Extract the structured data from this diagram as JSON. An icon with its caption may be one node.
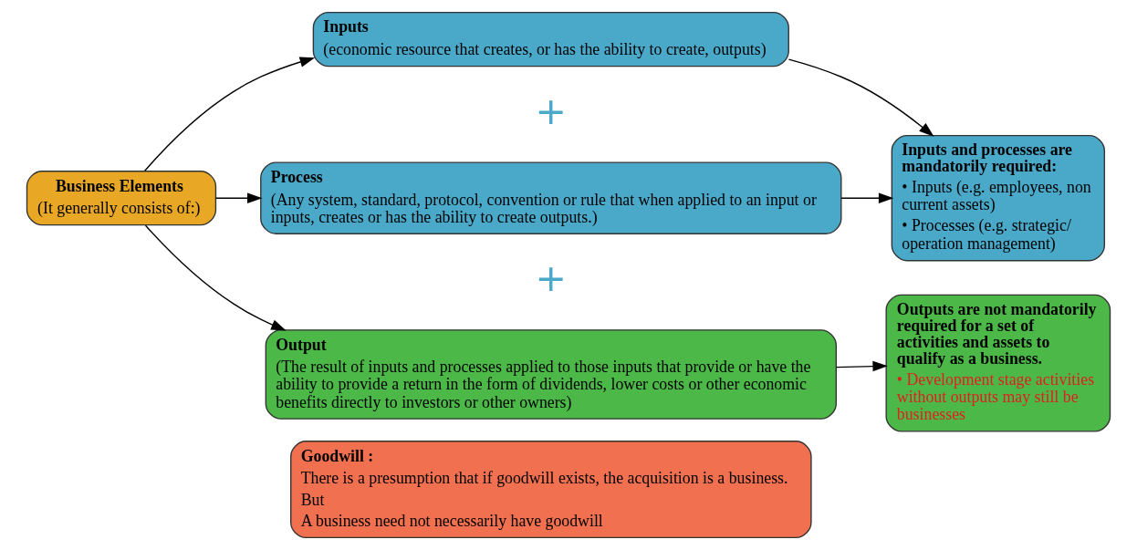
{
  "diagram": {
    "nodes": [
      {
        "text": [
          "Business Elements",
          "(It generally consists of:)"
        ]
      },
      {
        "text": [
          "Inputs",
          "(economic resource that creates, or has the ability to create, outputs)"
        ]
      },
      {
        "text": [
          "Process",
          "(Any system, standard, protocol, convention or rule that when applied to an input or inputs, creates or has the ability to create outputs.)"
        ]
      },
      {
        "text": [
          "Output",
          "(The result of inputs and processes applied to those inputs that provide or have the ability to provide a return in the form of dividends, lower costs or other economic benefits directly to investors or other owners)"
        ]
      },
      {
        "text": [
          "Inputs and processes are mandatorily required:",
          "• Inputs (e.g. employees, non current assets)",
          "• Processes (e.g. strategic/ operation management)"
        ]
      },
      {
        "text": [
          "Outputs are not mandatorily required for a set of activities and assets to qualify as a business.",
          "• Development stage activities without outputs may still be businesses"
        ]
      },
      {
        "text": [
          "Goodwill :",
          "There is a presumption that if goodwill exists, the acquisition is a business.",
          "But",
          "A business need not necessarily have goodwill"
        ]
      }
    ],
    "edges": [
      {
        "from": 0,
        "to": 1,
        "arrow": "to"
      },
      {
        "from": 0,
        "to": 2,
        "arrow": "to"
      },
      {
        "from": 0,
        "to": 3,
        "arrow": "to"
      },
      {
        "from": 1,
        "to": 4,
        "arrow": "to"
      },
      {
        "from": 2,
        "to": 4,
        "arrow": "to"
      },
      {
        "from": 3,
        "to": 5,
        "arrow": "to"
      }
    ],
    "labels": [
      "+",
      "+"
    ]
  }
}
